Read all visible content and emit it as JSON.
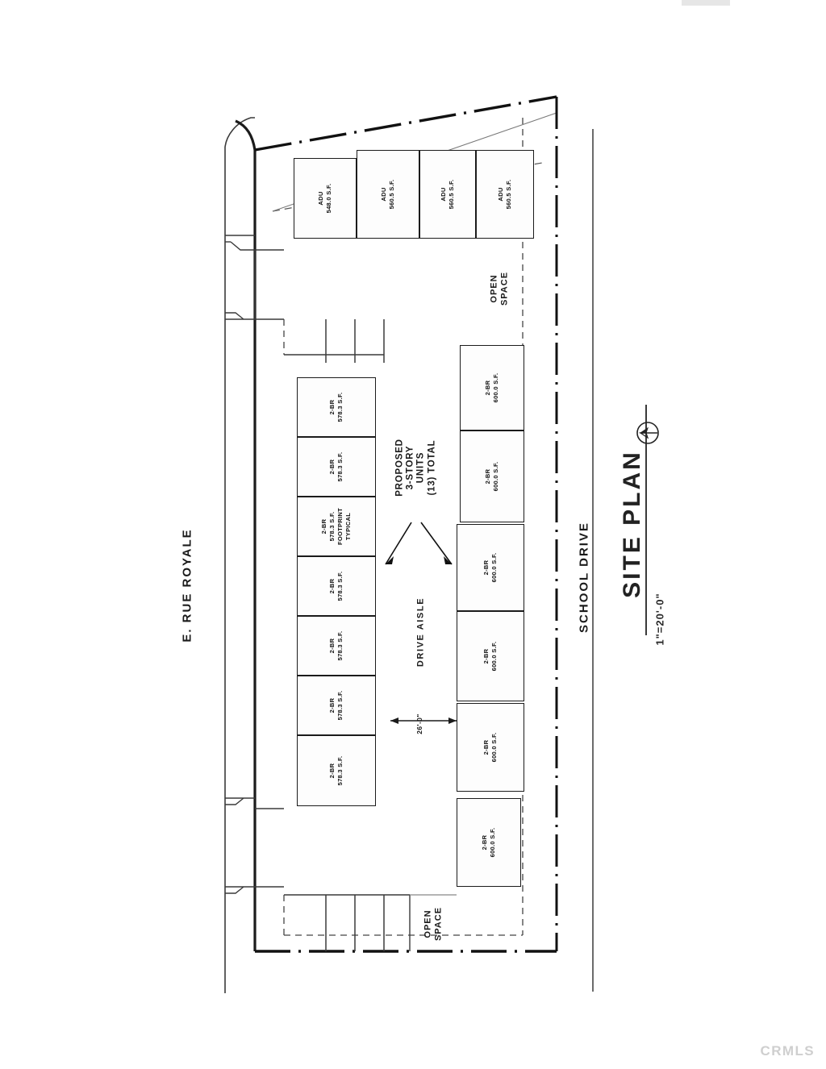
{
  "document": {
    "title": "SITE PLAN",
    "scale": "1\"=20'-0\"",
    "watermark": "CRMLS"
  },
  "streets": {
    "left": "E. RUE ROYALE",
    "right": "SCHOOL DRIVE"
  },
  "annotations": {
    "proposed_units": "PROPOSED\n3-STORY\nUNITS\n(13) TOTAL",
    "drive_aisle": "DRIVE AISLE",
    "drive_aisle_dim": "26'-0\"",
    "open_space_top": "OPEN\nSPACE",
    "open_space_bottom": "OPEN\nSPACE",
    "footprint_typical": "FOOTPRINT\nTYPICAL"
  },
  "adu_row": [
    {
      "type": "ADU",
      "area": "548.0 S.F."
    },
    {
      "type": "ADU",
      "area": "560.5 S.F."
    },
    {
      "type": "ADU",
      "area": "560.5 S.F."
    },
    {
      "type": "ADU",
      "area": "560.5 S.F."
    }
  ],
  "left_column_units": [
    {
      "type": "2-BR",
      "area": "578.3 S.F."
    },
    {
      "type": "2-BR",
      "area": "578.3 S.F."
    },
    {
      "type": "2-BR",
      "area": "578.3 S.F."
    },
    {
      "type": "2-BR",
      "area": "578.3 S.F."
    },
    {
      "type": "2-BR",
      "area": "578.3 S.F."
    },
    {
      "type": "2-BR",
      "area": "578.3 S.F."
    },
    {
      "type": "2-BR",
      "area": "578.3 S.F."
    }
  ],
  "right_column_units": [
    {
      "type": "2-BR",
      "area": "600.0 S.F."
    },
    {
      "type": "2-BR",
      "area": "600.0 S.F."
    },
    {
      "type": "2-BR",
      "area": "600.0 S.F."
    },
    {
      "type": "2-BR",
      "area": "600.0 S.F."
    },
    {
      "type": "2-BR",
      "area": "600.0 S.F."
    },
    {
      "type": "2-BR",
      "area": "600.0 S.F."
    }
  ],
  "colors": {
    "ink": "#1b1b1b",
    "paper": "#ffffff",
    "watermark": "#cfcfcf"
  }
}
